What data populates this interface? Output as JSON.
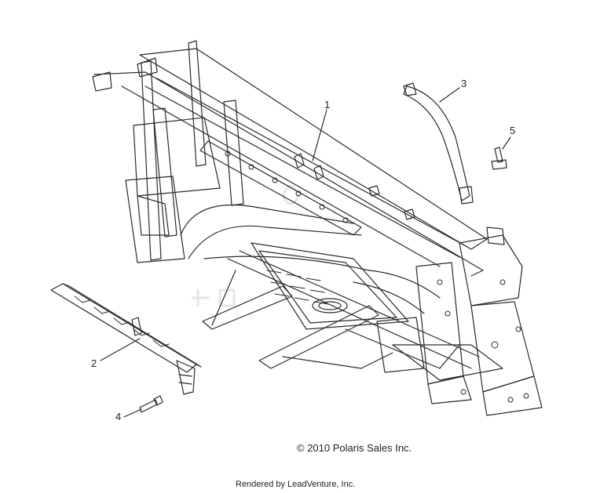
{
  "diagram": {
    "callouts": [
      {
        "id": "1",
        "label": "1"
      },
      {
        "id": "2",
        "label": "2"
      },
      {
        "id": "3",
        "label": "3"
      },
      {
        "id": "4",
        "label": "4"
      },
      {
        "id": "5",
        "label": "5"
      }
    ],
    "copyright": "© 2010 Polaris Sales Inc.",
    "rendered_by": "Rendered by LeadVenture, Inc."
  },
  "colors": {
    "line": "#2a2a2a",
    "background": "#ffffff",
    "watermark": "#e6e6e6"
  }
}
